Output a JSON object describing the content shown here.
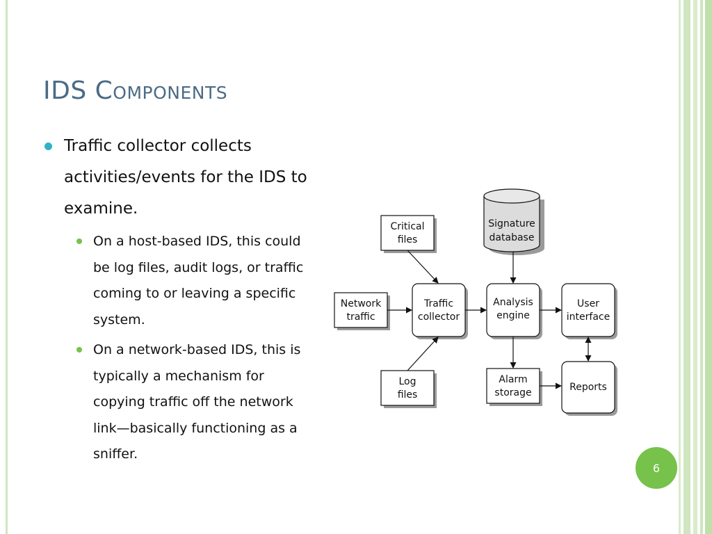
{
  "slide": {
    "title_prefix": "IDS ",
    "title_smallcaps": "Components",
    "page_number": "6"
  },
  "bullets": {
    "main": "Traffic collector collects activities/events for the IDS to examine.",
    "sub": [
      "On a host-based IDS, this could be log files, audit logs, or traffic coming to or leaving a specific system.",
      "On a network-based IDS, this is typically a mechanism for copying traffic off the network link—basically functioning as a sniffer."
    ]
  },
  "diagram": {
    "critical_files": [
      "Critical",
      "files"
    ],
    "signature_database": [
      "Signature",
      "database"
    ],
    "network_traffic": [
      "Network",
      "traffic"
    ],
    "traffic_collector": [
      "Traffic",
      "collector"
    ],
    "analysis_engine": [
      "Analysis",
      "engine"
    ],
    "user_interface": [
      "User",
      "interface"
    ],
    "log_files": [
      "Log",
      "files"
    ],
    "alarm_storage": [
      "Alarm",
      "storage"
    ],
    "reports": "Reports"
  },
  "colors": {
    "title": "#4a6b86",
    "bullet_main": "#2fb3c4",
    "bullet_sub": "#76c24a",
    "accent_green": "#76c24a",
    "frame_green": "#cfe6c0"
  }
}
